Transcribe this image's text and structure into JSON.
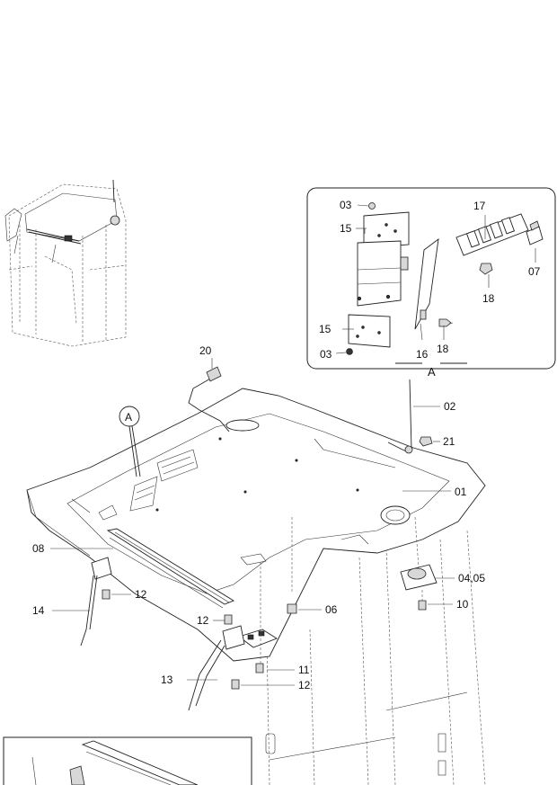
{
  "callouts": {
    "c01": "01",
    "c02": "02",
    "c0405": "04,05",
    "c06": "06",
    "c08": "08",
    "c10": "10",
    "c11": "11",
    "c12a": "12",
    "c12b": "12",
    "c12c": "12",
    "c13": "13",
    "c14": "14",
    "c20": "20",
    "c21": "21"
  },
  "detail_a": {
    "c03a": "03",
    "c03b": "03",
    "c07": "07",
    "c15a": "15",
    "c15b": "15",
    "c16": "16",
    "c17": "17",
    "c18a": "18",
    "c18b": "18",
    "caption": "A"
  },
  "view_marker": "A"
}
